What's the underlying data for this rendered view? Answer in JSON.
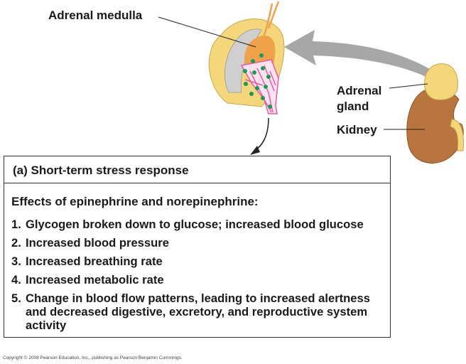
{
  "labels": {
    "adrenal_medulla": "Adrenal medulla",
    "adrenal_gland_line1": "Adrenal",
    "adrenal_gland_line2": "gland",
    "kidney": "Kidney"
  },
  "box": {
    "title": "(a) Short-term stress response",
    "effects_title": "Effects of epinephrine and norepinephrine:",
    "items": [
      {
        "num": "1.",
        "text": "Glycogen broken down to glucose; increased blood glucose"
      },
      {
        "num": "2.",
        "text": "Increased blood pressure"
      },
      {
        "num": "3.",
        "text": "Increased breathing rate"
      },
      {
        "num": "4.",
        "text": "Increased metabolic rate"
      },
      {
        "num": "5.",
        "text": "Change in blood flow patterns, leading to increased alertness and decreased digestive, excretory, and reproductive system activity"
      }
    ]
  },
  "copyright": "Copyright © 2008 Pearson Education, Inc., publishing as Pearson Benjamin Cummings.",
  "colors": {
    "cortex": "#f3d77a",
    "medulla": "#f0a24a",
    "kidney": "#b8763e",
    "vessels": "#e85aa8",
    "cells": "#1a9a55",
    "arrow": "#a7a7a7"
  }
}
